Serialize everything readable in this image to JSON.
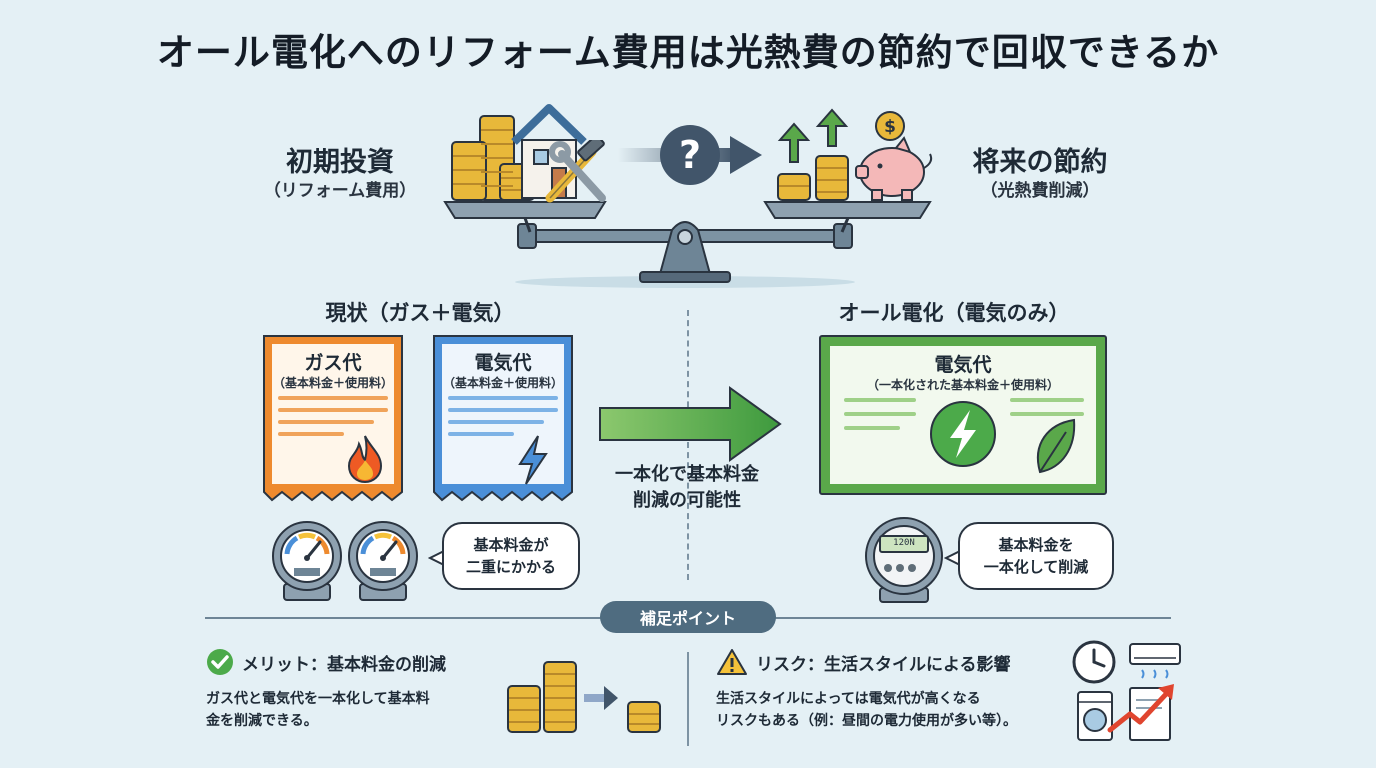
{
  "title": "オール電化へのリフォーム費用は光熱費の節約で回収できるか",
  "balance": {
    "left_title": "初期投資",
    "left_sub": "（リフォーム費用）",
    "right_title": "将来の節約",
    "right_sub": "（光熱費削減）",
    "question": "?"
  },
  "current": {
    "label": "現状（ガス＋電気）",
    "gas_title": "ガス代",
    "gas_sub": "（基本料金＋使用料）",
    "elec_title": "電気代",
    "elec_sub": "（基本料金＋使用料）",
    "bubble": "基本料金が\n二重にかかる"
  },
  "arrow_label": "一本化で基本料金\n削減の可能性",
  "allelec": {
    "label": "オール電化（電気のみ）",
    "bill_title": "電気代",
    "bill_sub": "（一本化された基本料金＋使用料）",
    "meter_display": "120N",
    "bubble": "基本料金を\n一本化して削減"
  },
  "points": {
    "header": "補足ポイント",
    "merit_title": "メリット：基本料金の削減",
    "merit_text": "ガス代と電気代を一本化して基本料\n金を削減できる。",
    "risk_title": "リスク：生活スタイルによる影響",
    "risk_text": "生活スタイルによっては電気代が高くなる\nリスクもある（例：昼間の電力使用が多い等）。"
  },
  "colors": {
    "gas": "#ee8a2e",
    "electric": "#4a8fd8",
    "green": "#5aa84a",
    "coin": "#e8b83a",
    "steel": "#6e8596"
  }
}
